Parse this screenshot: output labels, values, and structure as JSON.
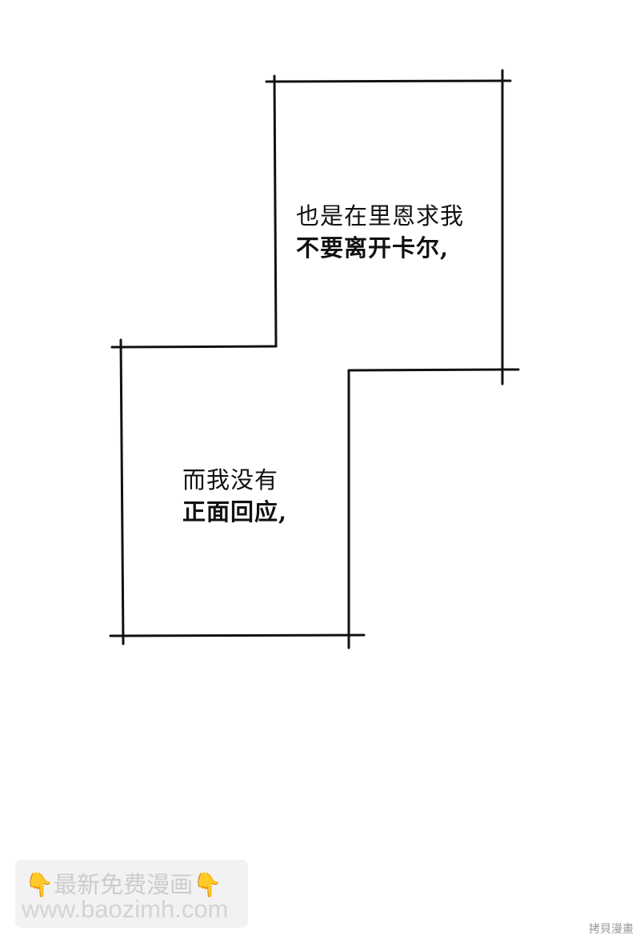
{
  "panel1": {
    "line1": "也是在里恩求我",
    "line2": "不要离开卡尔,"
  },
  "panel2": {
    "line1": "而我没有",
    "line2": "正面回应,"
  },
  "watermark": {
    "hand_icon": "👇",
    "title": "最新免费漫画",
    "url": "www.baozimh.com"
  },
  "corner_watermark": "拷貝漫畫"
}
